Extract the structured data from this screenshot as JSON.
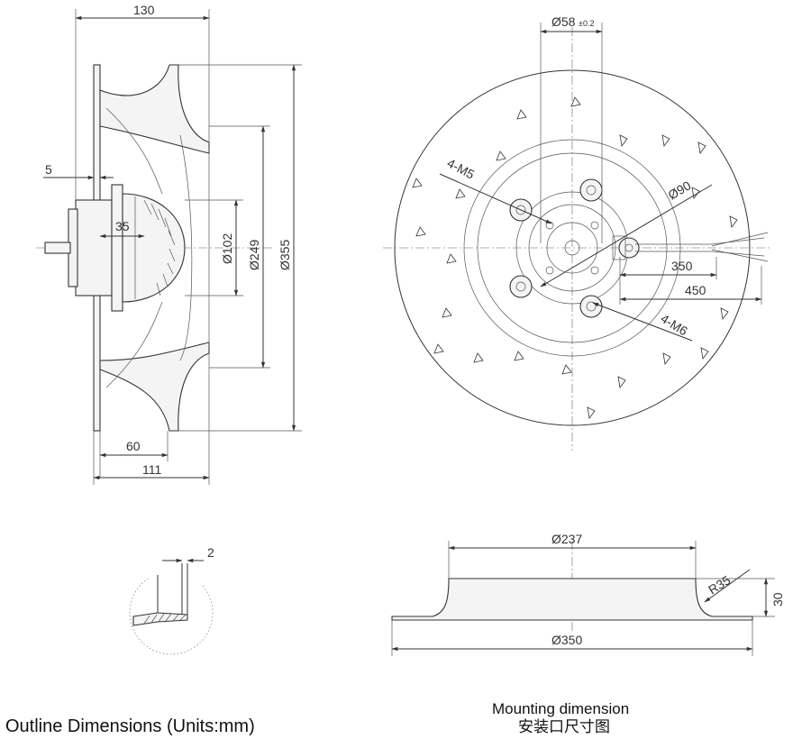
{
  "side_view": {
    "dims": {
      "overall_depth": "130",
      "flange_thickness": "5",
      "hub_length": "35",
      "hub_diameter": "Ø102",
      "inlet_diameter": "Ø249",
      "outer_diameter": "Ø355",
      "shroud_depth": "60",
      "total_depth": "111"
    }
  },
  "front_view": {
    "dims": {
      "bore_diameter": "Ø58",
      "bore_tolerance": "±0.2",
      "rotor_screws": "4-M5",
      "bolt_circle": "Ø90",
      "stator_screws": "4-M6",
      "cable_length_inner": "350",
      "cable_length_outer": "450"
    }
  },
  "detail_view": {
    "dims": {
      "gap": "2"
    }
  },
  "mounting_view": {
    "dims": {
      "top_diameter": "Ø237",
      "radius": "R35",
      "height": "30",
      "base_diameter": "Ø350"
    },
    "caption_en": "Mounting dimension",
    "caption_cn": "安装口尺寸图"
  },
  "footer": {
    "caption": "Outline Dimensions (Units:mm)"
  }
}
